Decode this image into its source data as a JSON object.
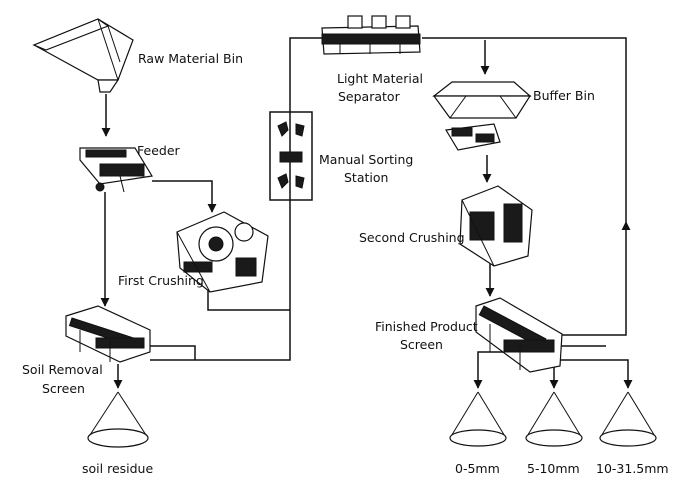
{
  "colors": {
    "line": "#111111",
    "background": "#ffffff"
  },
  "labels": {
    "raw_material_bin": "Raw Material Bin",
    "feeder": "Feeder",
    "first_crushing": "First Crushing",
    "soil_removal_1": "Soil Removal",
    "soil_removal_2": "Screen",
    "soil_residue": "soil residue",
    "manual_sorting_1": "Manual Sorting",
    "manual_sorting_2": "Station",
    "light_separator_1": "Light Material",
    "light_separator_2": "Separator",
    "buffer_bin": "Buffer Bin",
    "second_crushing": "Second Crushing",
    "finished_screen_1": "Finished Product",
    "finished_screen_2": "Screen",
    "product_1": "0-5mm",
    "product_2": "5-10mm",
    "product_3": "10-31.5mm"
  }
}
